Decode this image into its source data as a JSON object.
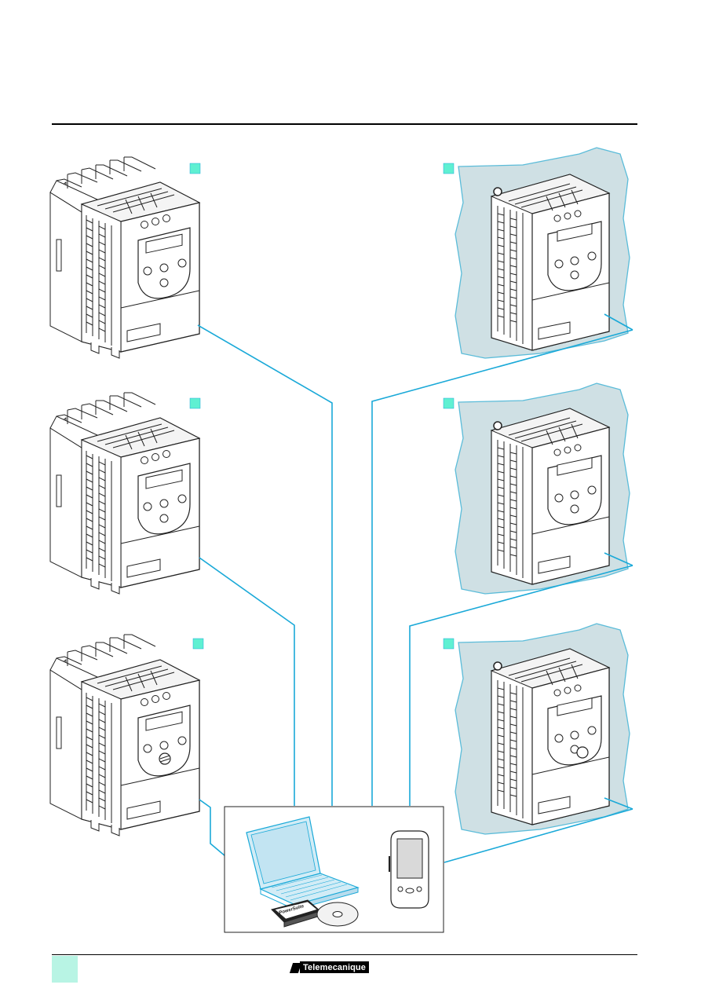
{
  "footer": {
    "brand": "Telemecanique"
  },
  "colors": {
    "accent": "#1aa9d8",
    "marker": "#5ff0d2",
    "tab": "#b8f4e4",
    "panel": "#cfe0e4",
    "panel_edge": "#5bbcd9",
    "outline": "#222222"
  },
  "figure": {
    "drives_without_enclosure": 3,
    "drives_on_panel": 3,
    "pc_software_box_label": "PowerSuite"
  }
}
